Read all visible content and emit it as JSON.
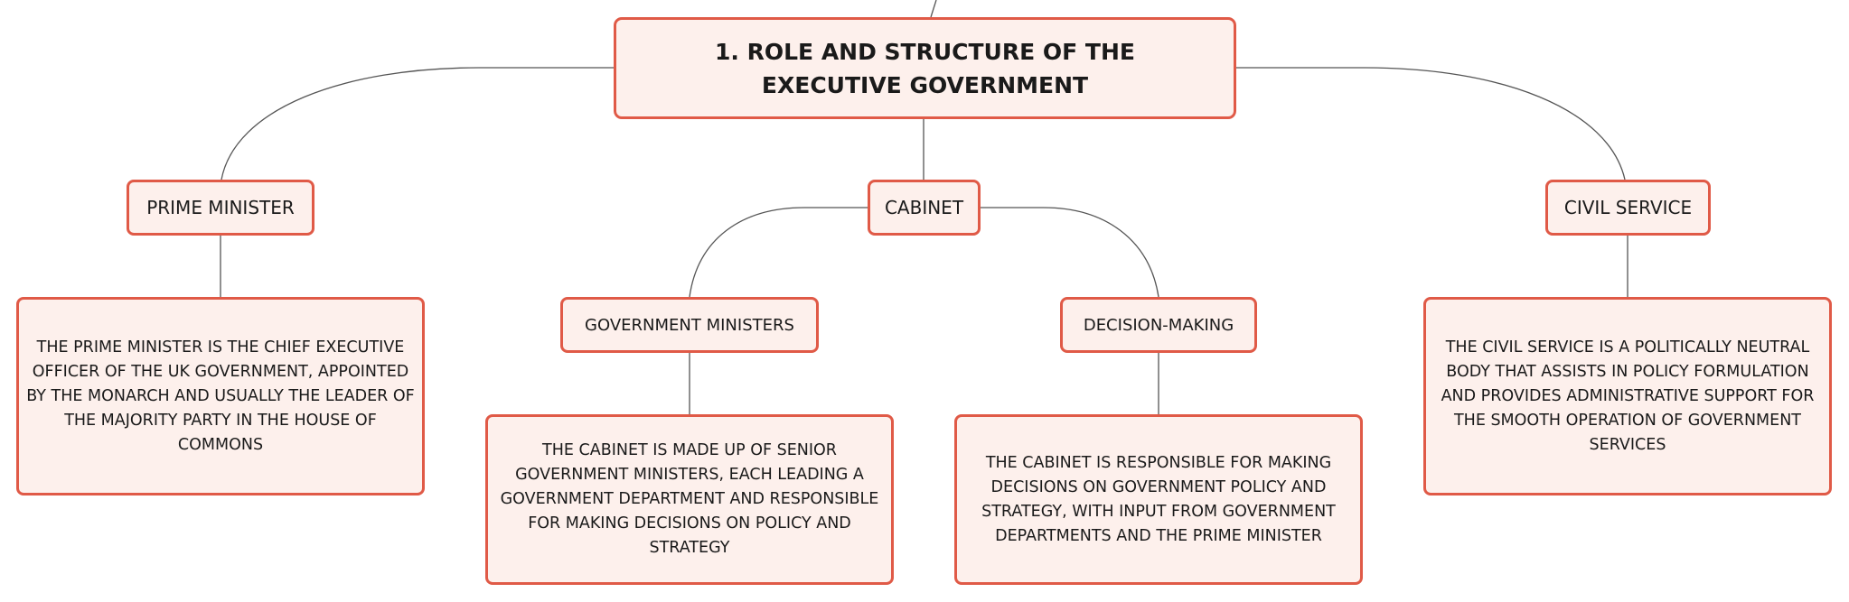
{
  "colors": {
    "node_fill": "#fdf0ec",
    "node_border": "#e05a47",
    "connector": "#555555",
    "text": "#1a1a1a"
  },
  "root": {
    "title": "1. ROLE AND STRUCTURE OF THE EXECUTIVE GOVERNMENT"
  },
  "branches": {
    "prime_minister": {
      "label": "PRIME MINISTER",
      "description": "THE PRIME MINISTER IS THE CHIEF EXECUTIVE OFFICER OF THE UK GOVERNMENT, APPOINTED BY THE MONARCH AND USUALLY THE LEADER OF THE MAJORITY PARTY IN THE HOUSE OF COMMONS"
    },
    "cabinet": {
      "label": "CABINET",
      "government_ministers": {
        "label": "GOVERNMENT MINISTERS",
        "description": "THE CABINET IS MADE UP OF SENIOR GOVERNMENT MINISTERS, EACH LEADING A GOVERNMENT DEPARTMENT AND RESPONSIBLE FOR MAKING DECISIONS ON POLICY AND STRATEGY"
      },
      "decision_making": {
        "label": "DECISION-MAKING",
        "description": "THE CABINET IS RESPONSIBLE FOR MAKING DECISIONS ON GOVERNMENT POLICY AND STRATEGY, WITH INPUT FROM GOVERNMENT DEPARTMENTS AND THE PRIME MINISTER"
      }
    },
    "civil_service": {
      "label": "CIVIL SERVICE",
      "description": "THE CIVIL SERVICE IS A POLITICALLY NEUTRAL BODY THAT ASSISTS IN POLICY FORMULATION AND PROVIDES ADMINISTRATIVE SUPPORT FOR THE SMOOTH OPERATION OF GOVERNMENT SERVICES"
    }
  }
}
